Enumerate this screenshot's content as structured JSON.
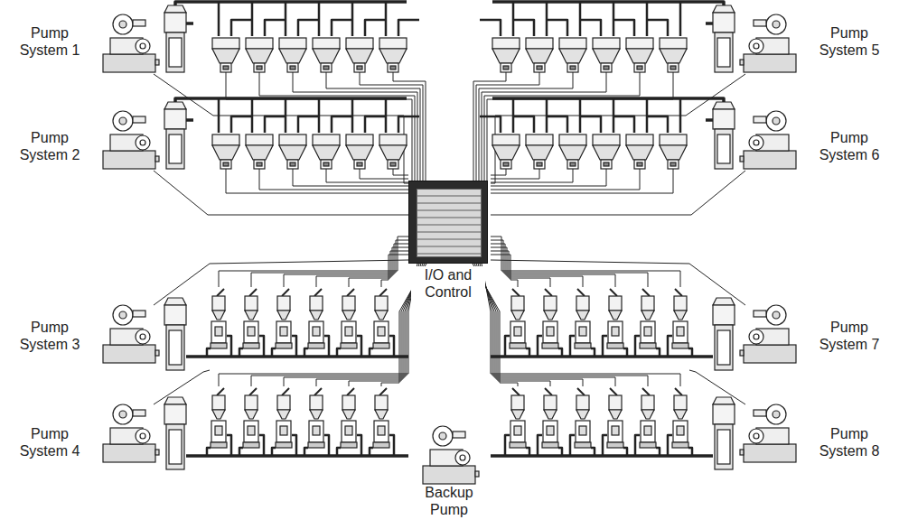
{
  "diagram": {
    "nodes": [
      {
        "text": [
          "I/O and Control"
        ]
      }
    ],
    "labels": [
      "Pump System 1",
      "Pump System 2",
      "Pump System 3",
      "Pump System 4",
      "Pump System 5",
      "Pump System 6",
      "Pump System 7",
      "Pump System 8",
      "Backup Pump"
    ]
  }
}
